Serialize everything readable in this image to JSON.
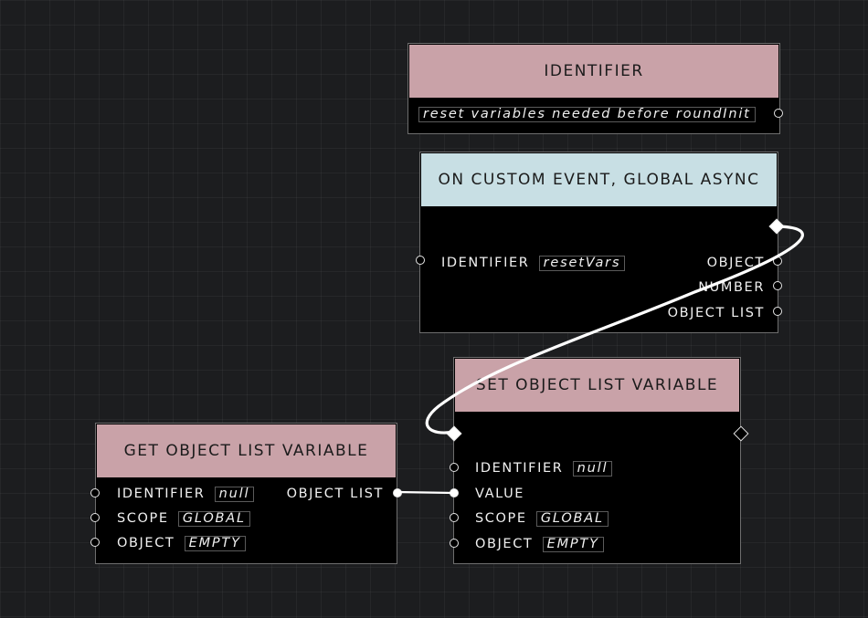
{
  "nodes": {
    "identifier": {
      "title": "IDENTIFIER",
      "value": "reset variables needed before roundInit"
    },
    "on_custom_event": {
      "title": "ON CUSTOM EVENT, GLOBAL ASYNC",
      "inputs": [
        {
          "label": "IDENTIFIER",
          "value": "resetVars"
        }
      ],
      "outputs": [
        {
          "label": "OBJECT"
        },
        {
          "label": "NUMBER"
        },
        {
          "label": "OBJECT LIST"
        }
      ]
    },
    "set_object_list_variable": {
      "title": "SET OBJECT LIST VARIABLE",
      "inputs": [
        {
          "label": "IDENTIFIER",
          "value": "null"
        },
        {
          "label": "VALUE"
        },
        {
          "label": "SCOPE",
          "value": "GLOBAL"
        },
        {
          "label": "OBJECT",
          "value": "EMPTY"
        }
      ]
    },
    "get_object_list_variable": {
      "title": "GET OBJECT LIST VARIABLE",
      "inputs": [
        {
          "label": "IDENTIFIER",
          "value": "null"
        },
        {
          "label": "SCOPE",
          "value": "GLOBAL"
        },
        {
          "label": "OBJECT",
          "value": "EMPTY"
        }
      ],
      "outputs": [
        {
          "label": "OBJECT LIST"
        }
      ]
    }
  },
  "colors": {
    "canvas_background": "#1c1d1f",
    "header_pink": "#c9a2a8",
    "header_blue": "#c8dfe4",
    "node_body": "#000000",
    "wire": "#ffffff"
  },
  "icons": [
    "input-pin-icon",
    "output-pin-icon",
    "exec-diamond-icon"
  ]
}
